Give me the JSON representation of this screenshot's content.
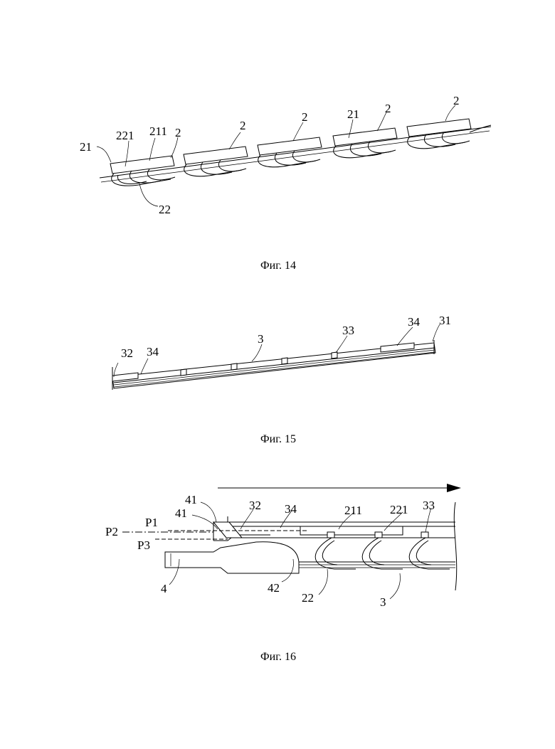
{
  "figures": [
    {
      "caption": "Фиг. 14",
      "labels": [
        "21",
        "221",
        "211",
        "2",
        "2",
        "2",
        "21",
        "2",
        "2",
        "22"
      ]
    },
    {
      "caption": "Фиг. 15",
      "labels": [
        "32",
        "34",
        "3",
        "33",
        "34",
        "31"
      ]
    },
    {
      "caption": "Фиг. 16",
      "labels": [
        "41",
        "41",
        "32",
        "34",
        "211",
        "221",
        "33",
        "P1",
        "P2",
        "P3",
        "4",
        "42",
        "22",
        "3"
      ]
    }
  ]
}
